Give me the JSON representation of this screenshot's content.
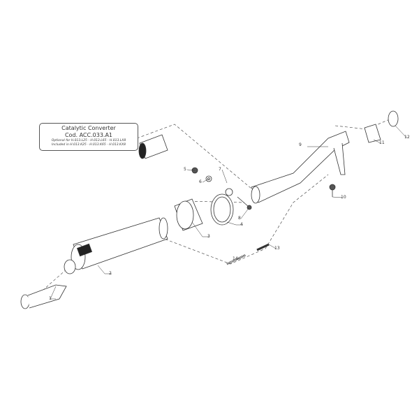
{
  "callout": {
    "title": "Catalytic Converter",
    "code": "Cod. ACC.033.A1",
    "optional": "Optional for H.013.L25 - H.013.L65 - H.013.LX8",
    "included": "Included in H.013.K25 - H.013.K65 - H.013.KX8"
  },
  "parts": [
    "1",
    "2",
    "3",
    "4",
    "5",
    "6",
    "7",
    "8",
    "9",
    "10",
    "11",
    "12",
    "13",
    "14"
  ]
}
